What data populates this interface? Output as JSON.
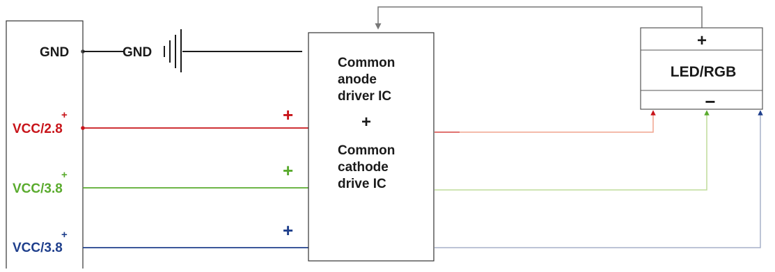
{
  "colors": {
    "red": "#c8141a",
    "green": "#5aab2e",
    "blue": "#1f3f8c",
    "black": "#1a1a1a",
    "red_light": "#f0a48e",
    "green_light": "#bfdb9a",
    "blue_light": "#a7b0c8",
    "gray": "#777777"
  },
  "left_block": {
    "gnd_label": "GND",
    "rails": [
      {
        "name": "VCC/2.8",
        "sign": "+",
        "color": "red"
      },
      {
        "name": "VCC/3.8",
        "sign": "+",
        "color": "green"
      },
      {
        "name": "VCC/3.8",
        "sign": "+",
        "color": "blue"
      }
    ]
  },
  "battery": {
    "label": "GND"
  },
  "rail_signs": [
    "+",
    "+",
    "+"
  ],
  "driver_ic": {
    "lines": [
      "Common",
      "anode",
      "driver IC",
      "+",
      "Common",
      "cathode",
      "drive IC"
    ]
  },
  "led": {
    "label": "LED/RGB",
    "plus": "+",
    "minus": "−"
  }
}
